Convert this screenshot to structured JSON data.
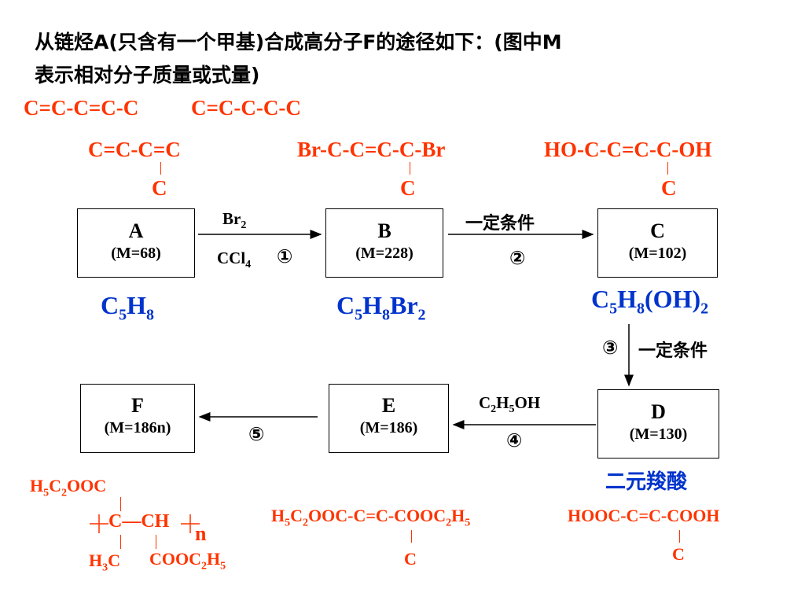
{
  "intro": {
    "line1": "从链烃A(只含有一个甲基)合成高分子F的途径如下：(图中M",
    "line2": "表示相对分子质量或式量)"
  },
  "candidates": {
    "c1": "C=C-C=C-C",
    "c2": "C=C-C-C-C"
  },
  "structures": {
    "a_main": "C=C-C=C",
    "a_branch": "C",
    "b_main": "Br-C-C=C-C-Br",
    "b_branch": "C",
    "c_main": "HO-C-C=C-C-OH",
    "c_branch": "C"
  },
  "boxes": {
    "a": {
      "label": "A",
      "mass": "(M=68)"
    },
    "b": {
      "label": "B",
      "mass": "(M=228)"
    },
    "c": {
      "label": "C",
      "mass": "(M=102)"
    },
    "d": {
      "label": "D",
      "mass": "(M=130)"
    },
    "e": {
      "label": "E",
      "mass": "(M=186)"
    },
    "f": {
      "label": "F",
      "mass": "(M=186n)"
    }
  },
  "reagents": {
    "r1_top": "Br",
    "r1_top_sub": "2",
    "r1_bottom": "CCl",
    "r1_bottom_sub": "4",
    "step1": "①",
    "r2_top": "一定条件",
    "step2": "②",
    "step3": "③",
    "r3": "一定条件",
    "r4_top_a": "C",
    "r4_top_s1": "2",
    "r4_top_b": "H",
    "r4_top_s2": "5",
    "r4_top_c": "OH",
    "step4": "④",
    "step5": "⑤"
  },
  "formulas": {
    "a_c": "C",
    "a_s1": "5",
    "a_h": "H",
    "a_s2": "8",
    "b_c": "C",
    "b_s1": "5",
    "b_h": "H",
    "b_s2": "8",
    "b_br": "Br",
    "b_s3": "2",
    "c_c": "C",
    "c_s1": "5",
    "c_h": "H",
    "c_s2": "8",
    "c_oh": "(OH)",
    "c_s3": "2",
    "d_note": "二元羧酸"
  },
  "bottom": {
    "f_ester_a": "H",
    "f_ester_s1": "5",
    "f_ester_b": "C",
    "f_ester_s2": "2",
    "f_ester_c": "OOC",
    "f_chain": "C—CH",
    "f_n": "n",
    "f_methyl_a": "H",
    "f_methyl_s": "3",
    "f_methyl_b": "C",
    "f_cooet_a": "COOC",
    "f_cooet_s1": "2",
    "f_cooet_b": "H",
    "f_cooet_s2": "5",
    "e_a": "H",
    "e_s1": "5",
    "e_b": "C",
    "e_s2": "2",
    "e_c": "OOC-C=C-COOC",
    "e_s3": "2",
    "e_d": "H",
    "e_s4": "5",
    "e_branch": "C",
    "d_main": "HOOC-C=C-COOH",
    "d_branch": "C"
  }
}
